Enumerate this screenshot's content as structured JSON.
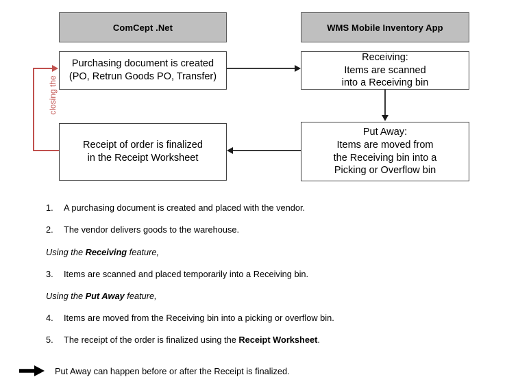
{
  "diagram": {
    "lanes": [
      {
        "id": "comcept",
        "title": "ComCept .Net"
      },
      {
        "id": "wms",
        "title": "WMS Mobile Inventory App"
      }
    ],
    "boxes": {
      "purchasing": "Purchasing document is created\n(PO, Retrun Goods PO, Transfer)",
      "receiving": "Receiving:\nItems are scanned\ninto a Receiving bin",
      "receipt": "Receipt of order is finalized\nin the Receipt Worksheet",
      "putaway": "Put Away:\nItems are moved from\nthe Receiving bin into a\nPicking or Overflow bin"
    },
    "feedback_label": "closing the",
    "colors": {
      "lane_header_fill": "#bfbfbf",
      "lane_header_border": "#595959",
      "box_border": "#404040",
      "connector": "#1a1a1a",
      "feedback": "#c0504d"
    }
  },
  "steps": [
    {
      "number": "1.",
      "text": "A purchasing document is created and placed with the vendor."
    },
    {
      "number": "2.",
      "text": "The vendor delivers goods to the warehouse."
    },
    {
      "number": "3.",
      "text": "Items are scanned and placed temporarily into a Receiving bin."
    },
    {
      "number": "4.",
      "text": "Items are moved from the Receiving bin into a picking or overflow bin."
    },
    {
      "number": "5.",
      "prefix": "The receipt of the order is finalized using the ",
      "bold": "Receipt Worksheet",
      "suffix": "."
    }
  ],
  "sections": [
    {
      "prefix": "Using the ",
      "bold": "Receiving",
      "suffix": " feature,"
    },
    {
      "prefix": "Using the ",
      "bold": "Put Away",
      "suffix": " feature,"
    }
  ],
  "footnote": {
    "icon": "right-arrow-icon",
    "text": "Put Away can happen before or after the Receipt is finalized."
  }
}
